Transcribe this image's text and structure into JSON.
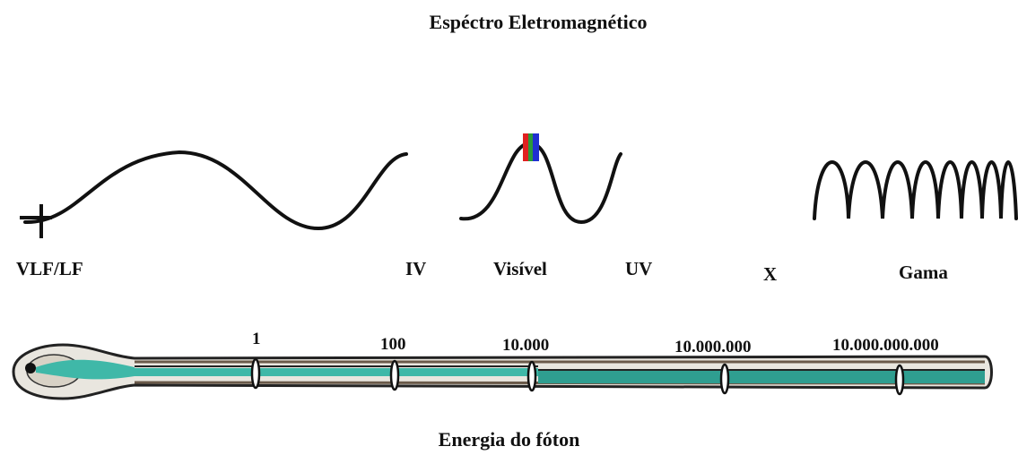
{
  "title": "Espéctro Eletromagnético",
  "bands": [
    {
      "label": "VLF/LF"
    },
    {
      "label": "IV"
    },
    {
      "label": "Visível"
    },
    {
      "label": "UV"
    },
    {
      "label": "X"
    },
    {
      "label": "Gama"
    }
  ],
  "energy_ticks": [
    {
      "label": "1"
    },
    {
      "label": "100"
    },
    {
      "label": "10.000"
    },
    {
      "label": "10.000.000"
    },
    {
      "label": "10.000.000.000"
    }
  ],
  "axis_title": "Energia do fóton",
  "colors": {
    "wave": "#111111",
    "thermometer_fill": "#3fb8a8",
    "thermometer_dark": "#1f1f1f",
    "visible_red": "#e02020",
    "visible_green": "#2a9a3a",
    "visible_blue": "#2030d0"
  }
}
